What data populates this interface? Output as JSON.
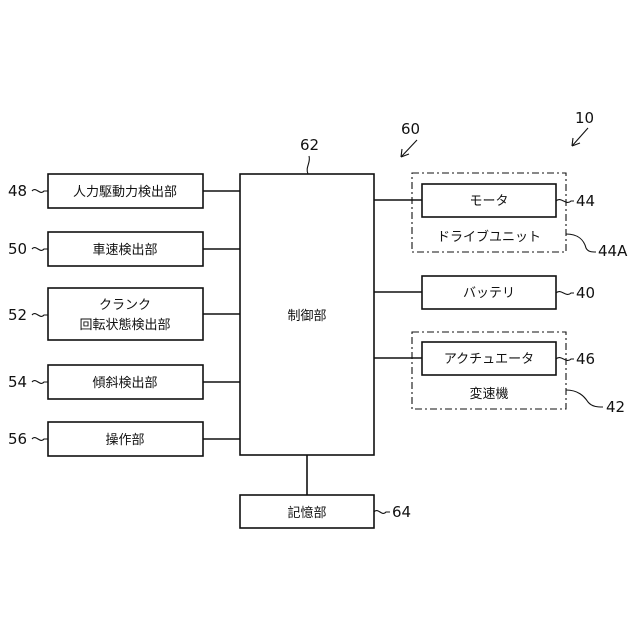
{
  "references": {
    "system": "10",
    "drive_system": "60",
    "control": "62",
    "storage": "64",
    "human_force": "48",
    "vehicle_speed": "50",
    "crank": "52",
    "tilt": "54",
    "operation": "56",
    "motor": "44",
    "drive_unit": "44A",
    "battery": "40",
    "actuator": "46",
    "transmission": "42"
  },
  "blocks": {
    "control": "制御部",
    "storage": "記憶部",
    "human_force": "人力駆動力検出部",
    "vehicle_speed": "車速検出部",
    "crank_line1": "クランク",
    "crank_line2": "回転状態検出部",
    "tilt": "傾斜検出部",
    "operation": "操作部",
    "motor": "モータ",
    "drive_unit": "ドライブユニット",
    "battery": "バッテリ",
    "actuator": "アクチュエータ",
    "transmission": "変速機"
  }
}
